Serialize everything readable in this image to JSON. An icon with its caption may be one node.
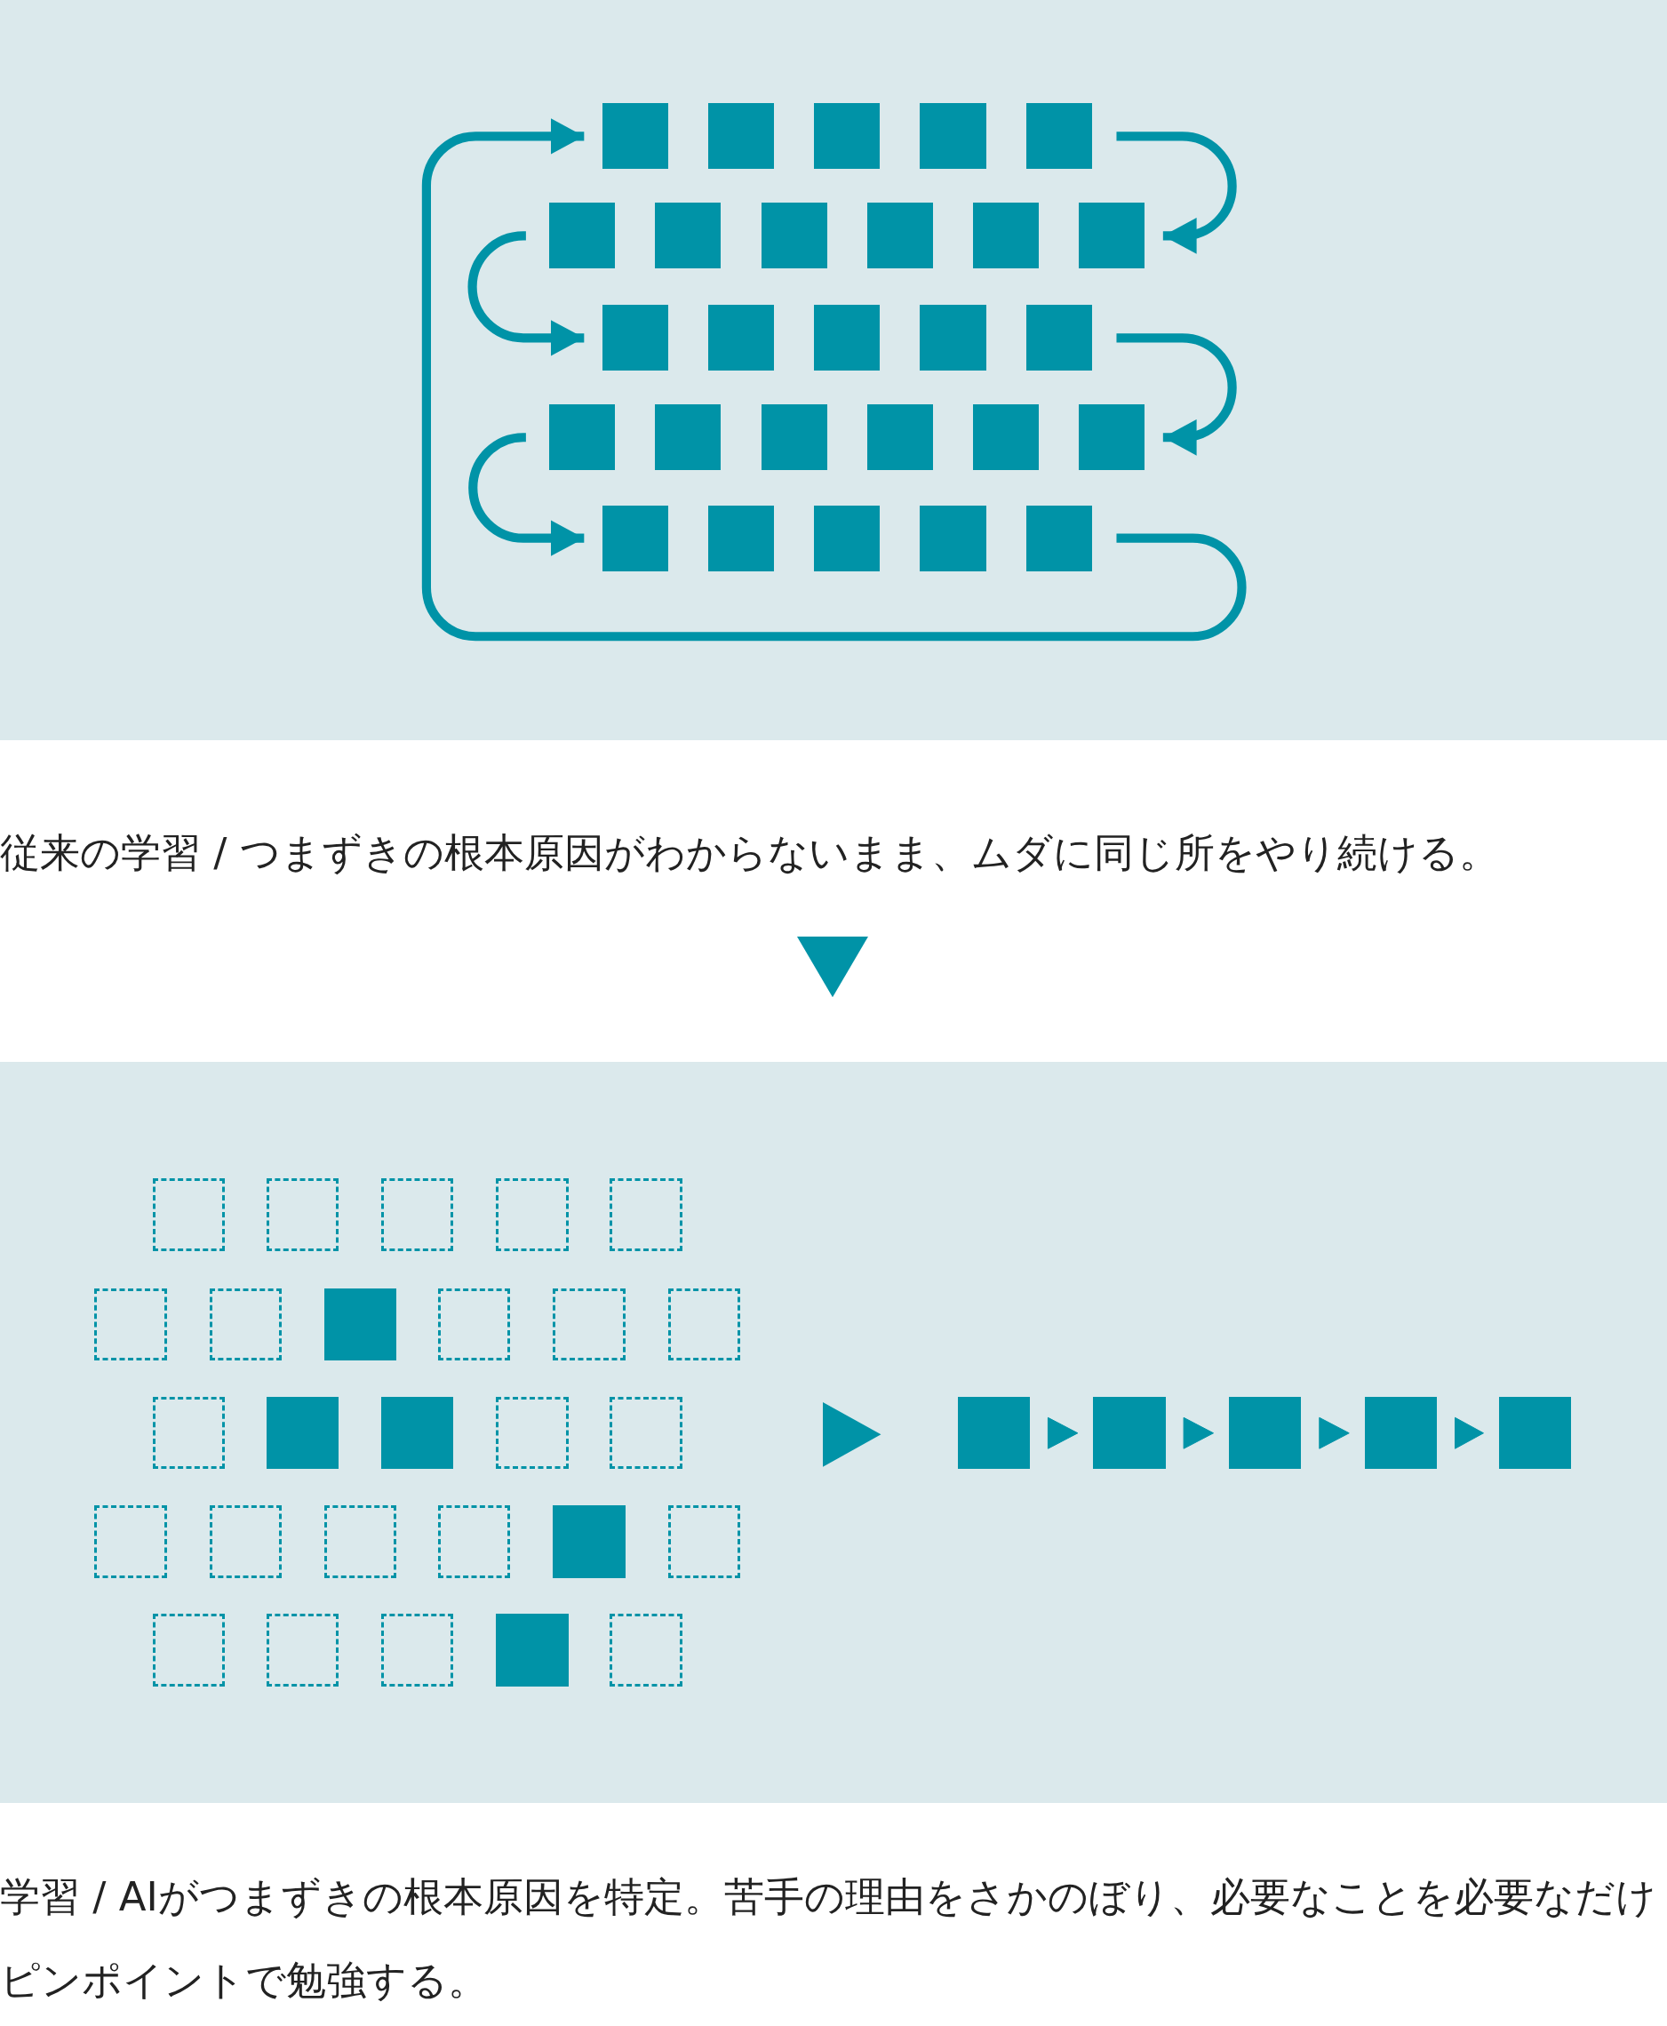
{
  "diagram": {
    "nodes": [
      {
        "text": [],
        "shape": "box"
      },
      {
        "text": [],
        "shape": "box"
      },
      {
        "text": [],
        "shape": "box"
      },
      {
        "text": [],
        "shape": "box"
      },
      {
        "text": [],
        "shape": "box"
      },
      {
        "text": [],
        "shape": "box"
      },
      {
        "text": [],
        "shape": "box"
      },
      {
        "text": [],
        "shape": "box"
      },
      {
        "text": [],
        "shape": "box"
      },
      {
        "text": [],
        "shape": "box"
      },
      {
        "text": [],
        "shape": "box"
      },
      {
        "text": [],
        "shape": "box"
      },
      {
        "text": [],
        "shape": "box"
      },
      {
        "text": [],
        "shape": "box"
      },
      {
        "text": [],
        "shape": "box"
      },
      {
        "text": [],
        "shape": "box"
      },
      {
        "text": [],
        "shape": "box"
      },
      {
        "text": [],
        "shape": "box"
      },
      {
        "text": [],
        "shape": "box"
      },
      {
        "text": [],
        "shape": "box"
      },
      {
        "text": [],
        "shape": "box"
      },
      {
        "text": [],
        "shape": "box"
      },
      {
        "text": [],
        "shape": "box"
      },
      {
        "text": [],
        "shape": "box"
      },
      {
        "text": [],
        "shape": "box"
      },
      {
        "text": [],
        "shape": "box"
      },
      {
        "text": [],
        "shape": "box"
      },
      {
        "text": [],
        "shape": "frame"
      },
      {
        "text": [],
        "shape": "frame"
      },
      {
        "text": [],
        "shape": "frame"
      },
      {
        "text": [],
        "shape": "frame"
      },
      {
        "text": [],
        "shape": "frame"
      },
      {
        "text": [],
        "shape": "frame"
      },
      {
        "text": [],
        "shape": "frame"
      },
      {
        "text": [],
        "shape": "box"
      },
      {
        "text": [],
        "shape": "frame"
      },
      {
        "text": [],
        "shape": "frame"
      },
      {
        "text": [],
        "shape": "frame"
      },
      {
        "text": [],
        "shape": "frame"
      },
      {
        "text": [],
        "shape": "box"
      },
      {
        "text": [],
        "shape": "box"
      },
      {
        "text": [],
        "shape": "frame"
      },
      {
        "text": [],
        "shape": "frame"
      },
      {
        "text": [],
        "shape": "frame"
      },
      {
        "text": [],
        "shape": "frame"
      },
      {
        "text": [],
        "shape": "frame"
      },
      {
        "text": [],
        "shape": "frame"
      },
      {
        "text": [],
        "shape": "box"
      },
      {
        "text": [],
        "shape": "frame"
      },
      {
        "text": [],
        "shape": "frame"
      },
      {
        "text": [],
        "shape": "frame"
      },
      {
        "text": [],
        "shape": "frame"
      },
      {
        "text": [],
        "shape": "box"
      },
      {
        "text": [],
        "shape": "frame"
      },
      {
        "text": [],
        "shape": "box"
      },
      {
        "text": [],
        "shape": "box"
      },
      {
        "text": [],
        "shape": "box"
      },
      {
        "text": [],
        "shape": "box"
      },
      {
        "text": [],
        "shape": "box"
      },
      {
        "text": [],
        "shape": "triangle"
      },
      {
        "text": [],
        "shape": "triangle"
      }
    ],
    "edges": [
      {
        "from": 4,
        "to": 10,
        "arrow": "to"
      },
      {
        "from": 5,
        "to": 11,
        "arrow": "to"
      },
      {
        "from": 15,
        "to": 21,
        "arrow": "to"
      },
      {
        "from": 16,
        "to": 22,
        "arrow": "to"
      },
      {
        "from": 26,
        "to": 0,
        "arrow": "to"
      },
      {
        "from": 54,
        "to": 55,
        "arrow": "to"
      },
      {
        "from": 55,
        "to": 56,
        "arrow": "to"
      },
      {
        "from": 56,
        "to": 57,
        "arrow": "to"
      },
      {
        "from": 57,
        "to": 58,
        "arrow": "to"
      }
    ],
    "labels": [
      "従来の学習 / つまずきの根本原因がわからないまま、ムダに同じ所をやり続ける。",
      "学習 / AIがつまずきの根本原因を特定。苦手の理由をさかのぼり、必要なことを必要なだけピンポイントで勉強する。"
    ]
  }
}
